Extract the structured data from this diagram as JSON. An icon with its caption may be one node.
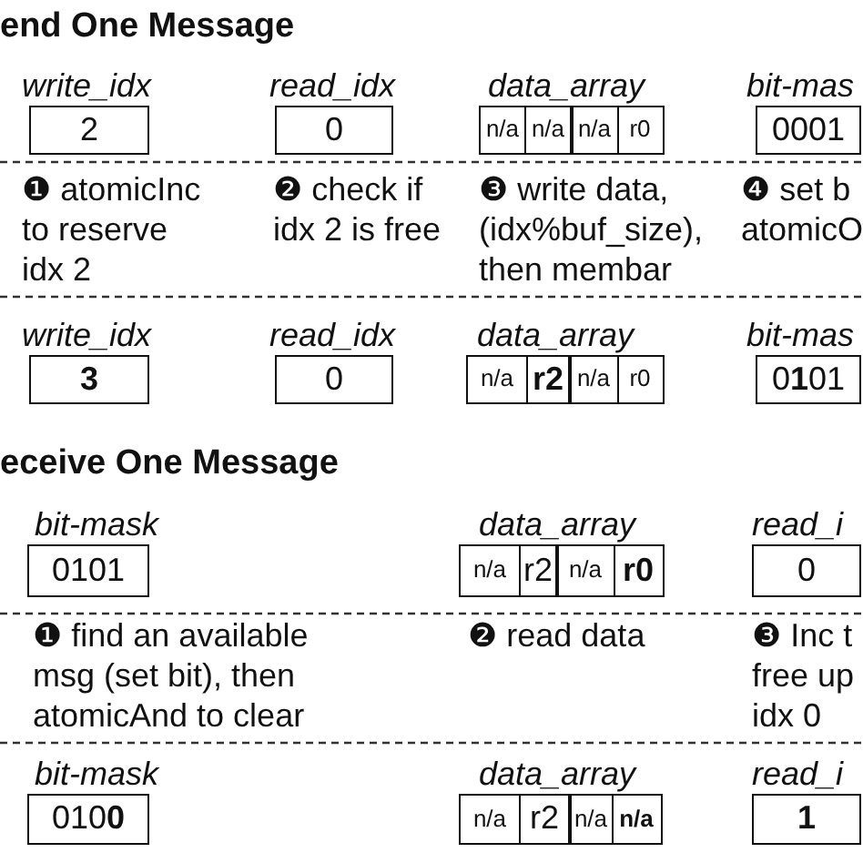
{
  "diagram": {
    "nodes": [
      {
        "text": [
          "write_idx",
          "2"
        ]
      },
      {
        "text": [
          "read_idx",
          "0"
        ]
      },
      {
        "text": [
          "data_array"
        ]
      },
      {
        "text": [
          "n/a"
        ],
        "in": 2
      },
      {
        "text": [
          "n/a"
        ],
        "in": 2
      },
      {
        "text": [
          "n/a"
        ],
        "in": 2
      },
      {
        "text": [
          "r0"
        ],
        "in": 2
      },
      {
        "text": [
          "bit-mas",
          "0001"
        ]
      },
      {
        "text": [
          "write_idx",
          "3"
        ]
      },
      {
        "text": [
          "read_idx",
          "0"
        ]
      },
      {
        "text": [
          "data_array"
        ]
      },
      {
        "text": [
          "n/a"
        ],
        "in": 10
      },
      {
        "text": [
          "r2"
        ],
        "in": 10
      },
      {
        "text": [
          "n/a"
        ],
        "in": 10
      },
      {
        "text": [
          "r0"
        ],
        "in": 10
      },
      {
        "text": [
          "bit-mas",
          "0**1**01"
        ]
      },
      {
        "text": [
          "bit-mask",
          "0101"
        ]
      },
      {
        "text": [
          "data_array"
        ]
      },
      {
        "text": [
          "n/a"
        ],
        "in": 17
      },
      {
        "text": [
          "r2"
        ],
        "in": 17
      },
      {
        "text": [
          "n/a"
        ],
        "in": 17
      },
      {
        "text": [
          "r0"
        ],
        "in": 17
      },
      {
        "text": [
          "read_i",
          "0"
        ]
      },
      {
        "text": [
          "bit-mask",
          "010**0**"
        ]
      },
      {
        "text": [
          "data_array"
        ]
      },
      {
        "text": [
          "n/a"
        ],
        "in": 24
      },
      {
        "text": [
          "r2"
        ],
        "in": 24
      },
      {
        "text": [
          "n/a"
        ],
        "in": 24
      },
      {
        "text": [
          "n/a"
        ],
        "in": 24
      },
      {
        "text": [
          "read_i",
          "1"
        ]
      }
    ],
    "labels": [
      "end One Message",
      "❶ atomicInc to reserve idx 2",
      "❷ check if idx 2 is free",
      "❸ write data, (idx%buf_size), then membar",
      "❹ set b atomicO",
      "eceive One Message",
      "❶ find an available msg (set bit), then atomicAnd to clear",
      "❷ read data",
      "❸ Inc t free up idx 0"
    ]
  }
}
